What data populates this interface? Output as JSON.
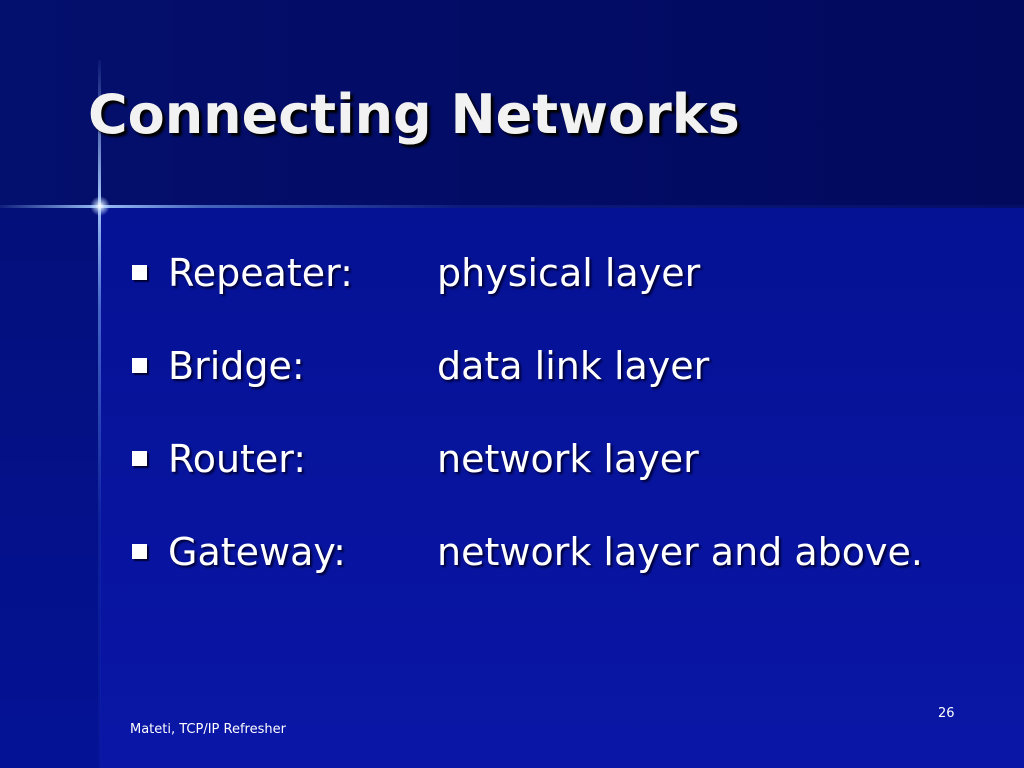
{
  "slide": {
    "title": "Connecting Networks",
    "bullets": [
      {
        "label": "Repeater:",
        "value": "physical layer"
      },
      {
        "label": "Bridge:",
        "value": "data link layer"
      },
      {
        "label": "Router:",
        "value": "network layer"
      },
      {
        "label": "Gateway:",
        "value": "network layer and above."
      }
    ],
    "footer": "Mateti, TCP/IP Refresher",
    "page_number": "26"
  },
  "colors": {
    "background": "#000e92",
    "title_band": "#030c66",
    "text": "#ffffff",
    "title_text": "#f2f2f2",
    "accent_line": "#a0c8ff"
  }
}
